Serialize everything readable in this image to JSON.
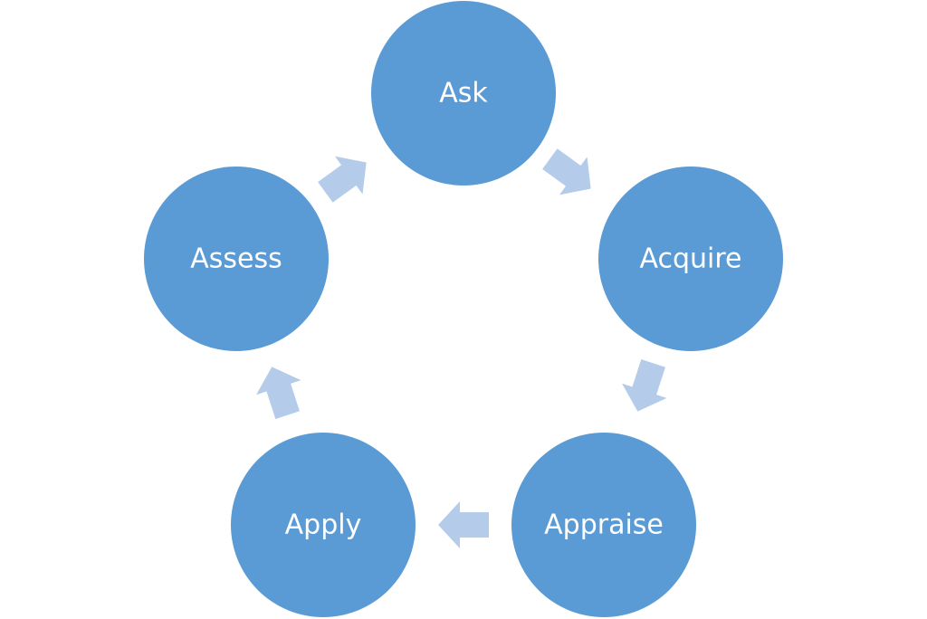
{
  "diagram": {
    "type": "cycle",
    "colors": {
      "node_fill": "#5b9bd5",
      "arrow_fill": "#b4cbe9",
      "label_color": "#ffffff"
    },
    "nodes": [
      {
        "label": "Ask"
      },
      {
        "label": "Acquire"
      },
      {
        "label": "Appraise"
      },
      {
        "label": "Apply"
      },
      {
        "label": "Assess"
      }
    ]
  }
}
